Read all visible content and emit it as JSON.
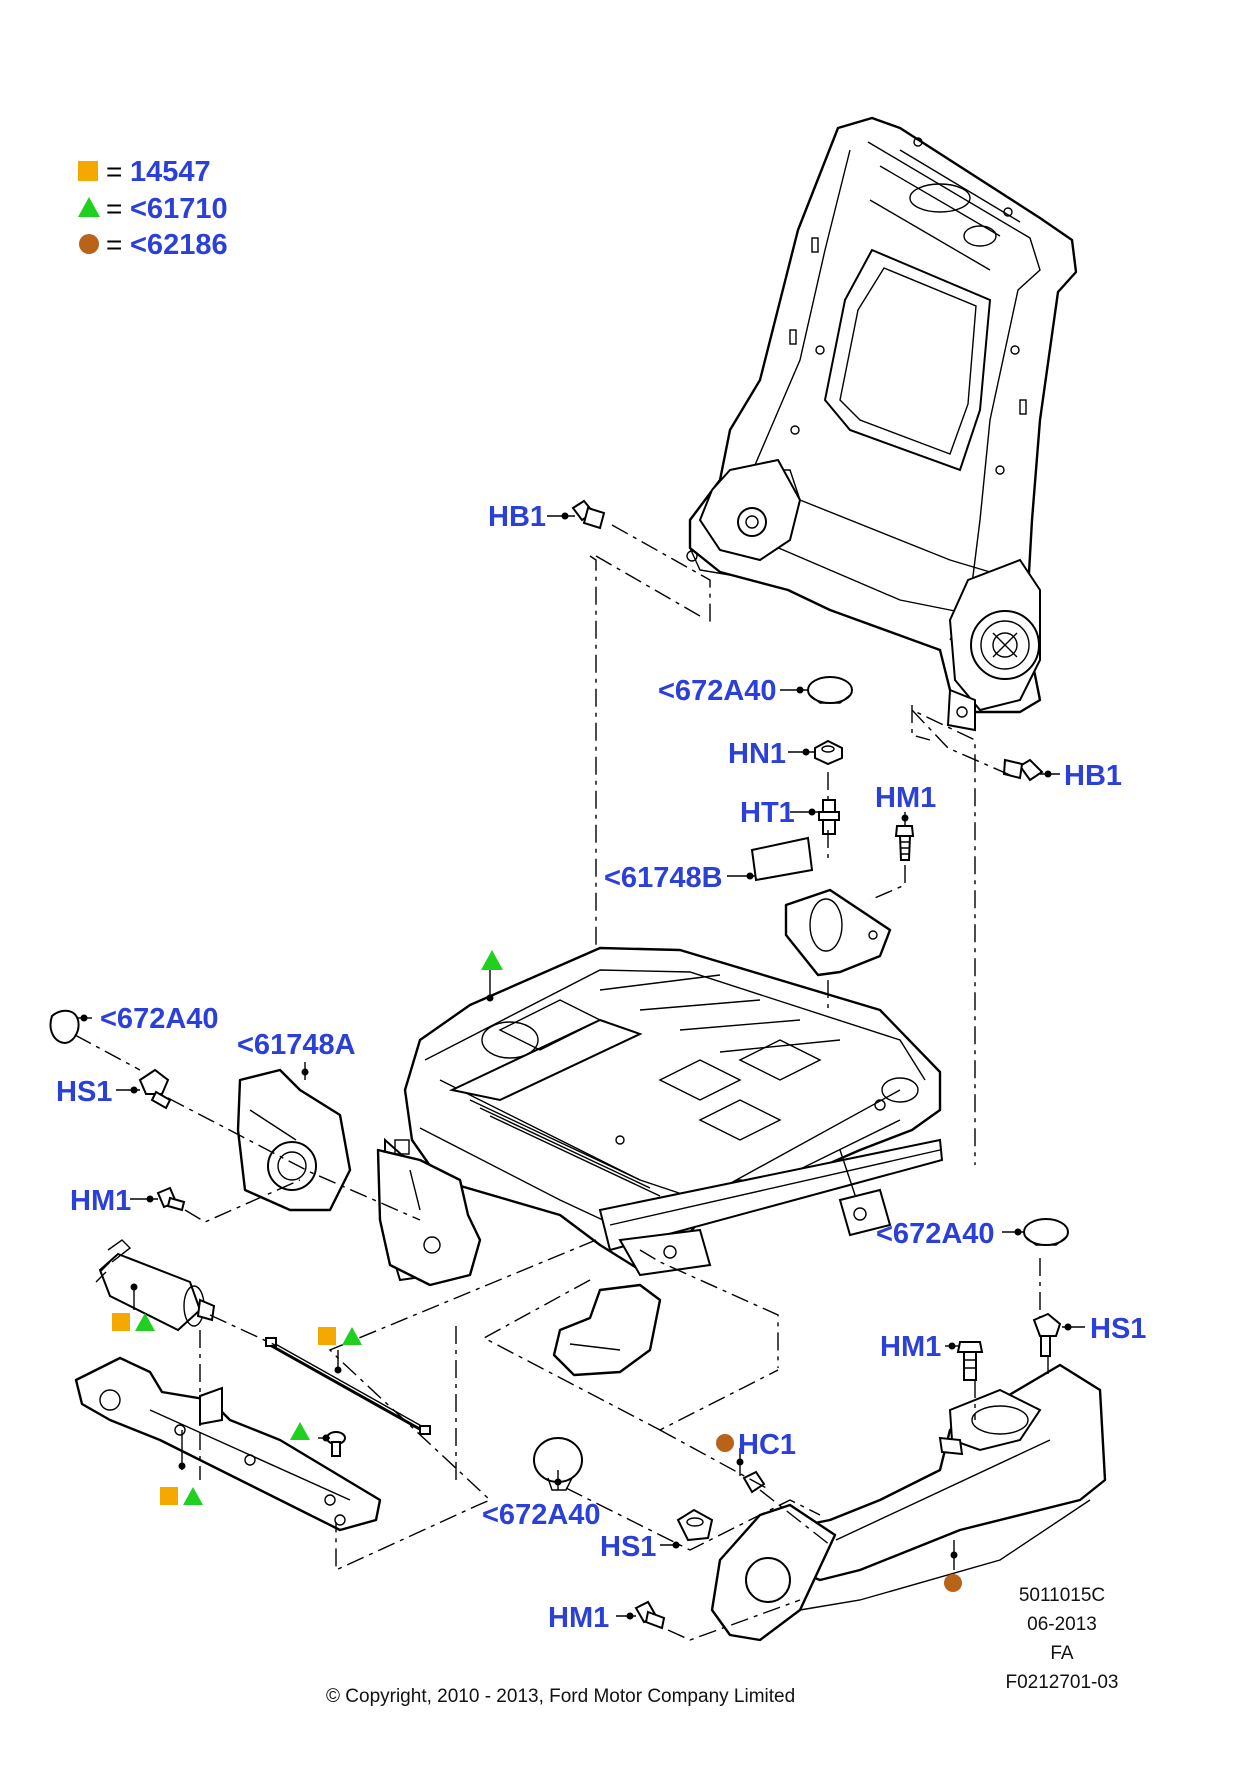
{
  "legend": [
    {
      "symbol": "orange-square",
      "equals": "=",
      "value": "14547"
    },
    {
      "symbol": "green-triangle",
      "equals": "=",
      "value": "<61710"
    },
    {
      "symbol": "brown-circle",
      "equals": "=",
      "value": "<62186"
    }
  ],
  "labels": {
    "hb1_top": "HB1",
    "hb1_right": "HB1",
    "cap_top": "<672A40",
    "hn1": "HN1",
    "ht1": "HT1",
    "hm1_top": "HM1",
    "bracket_b": "<61748B",
    "cap_left": "<672A40",
    "bracket_a": "<61748A",
    "hs1_left": "HS1",
    "hm1_left": "HM1",
    "cap_right": "<672A40",
    "hs1_right": "HS1",
    "hm1_right": "HM1",
    "hc1": "HC1",
    "cap_bottom": "<672A40",
    "hs1_bottom": "HS1",
    "hm1_bottom": "HM1"
  },
  "footer": {
    "ref": "5011015C",
    "date": "06-2013",
    "code": "FA",
    "drawing_no": "F0212701-03",
    "copyright": "© Copyright, 2010 - 2013, Ford Motor Company Limited"
  },
  "colors": {
    "label": "#2b3fd9",
    "orange": "#f5a800",
    "green": "#1fd01f",
    "brown": "#b8621a"
  }
}
